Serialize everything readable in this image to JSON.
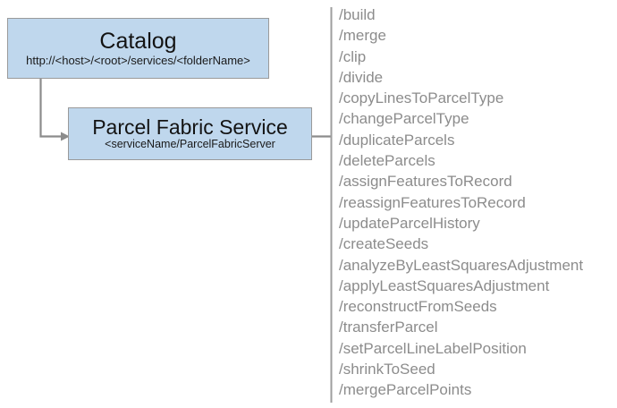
{
  "diagram": {
    "type": "service-architecture-diagram",
    "background_color": "#ffffff",
    "node_fill_color": "#bfd7ed",
    "node_border_color": "#9a9a9a",
    "connector_color": "#8c8c8c",
    "operation_text_color": "#8c8c8c",
    "nodes": [
      {
        "id": "catalog",
        "title": "Catalog",
        "subtitle": "http://<host>/<root>/services/<folderName>"
      },
      {
        "id": "parcel-fabric-service",
        "title": "Parcel Fabric Service",
        "subtitle": "<serviceName/ParcelFabricServer"
      }
    ],
    "operations": [
      "/build",
      "/merge",
      "/clip",
      "/divide",
      "/copyLinesToParcelType",
      "/changeParcelType",
      "/duplicateParcels",
      "/deleteParcels",
      "/assignFeaturesToRecord",
      "/reassignFeaturesToRecord",
      "/updateParcelHistory",
      "/createSeeds",
      "/analyzeByLeastSquaresAdjustment",
      "/applyLeastSquaresAdjustment",
      "/reconstructFromSeeds",
      "/transferParcel",
      "/setParcelLineLabelPosition",
      "/shrinkToSeed",
      "/mergeParcelPoints"
    ]
  }
}
